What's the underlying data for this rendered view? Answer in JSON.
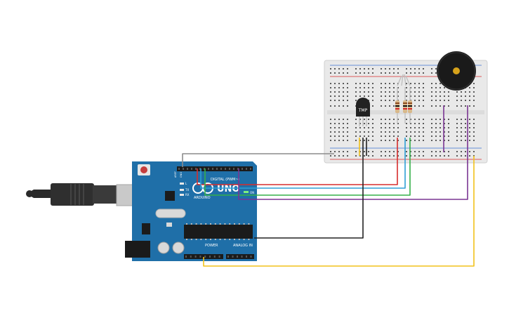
{
  "board": {
    "name": "UNO",
    "brand": "ARDUINO",
    "digital_label": "DIGITAL (PWM~)",
    "power_label": "POWER",
    "analog_label": "ANALOG IN",
    "on_label": "ON",
    "tx_label": "TX",
    "rx_label": "RX",
    "l_label": "L",
    "aref_label": "AREF",
    "gnd_label": "GND"
  },
  "sensor": {
    "label": "TMP"
  },
  "colors": {
    "board": "#1f6fa8",
    "breadboard": "#e9e9e9",
    "wire_gray": "#8c8c8c",
    "wire_red": "#d62d2d",
    "wire_blue": "#2e9fd6",
    "wire_green": "#35b04a",
    "wire_purple": "#7a3592",
    "wire_black": "#222222",
    "wire_yellow": "#f2c21b"
  }
}
